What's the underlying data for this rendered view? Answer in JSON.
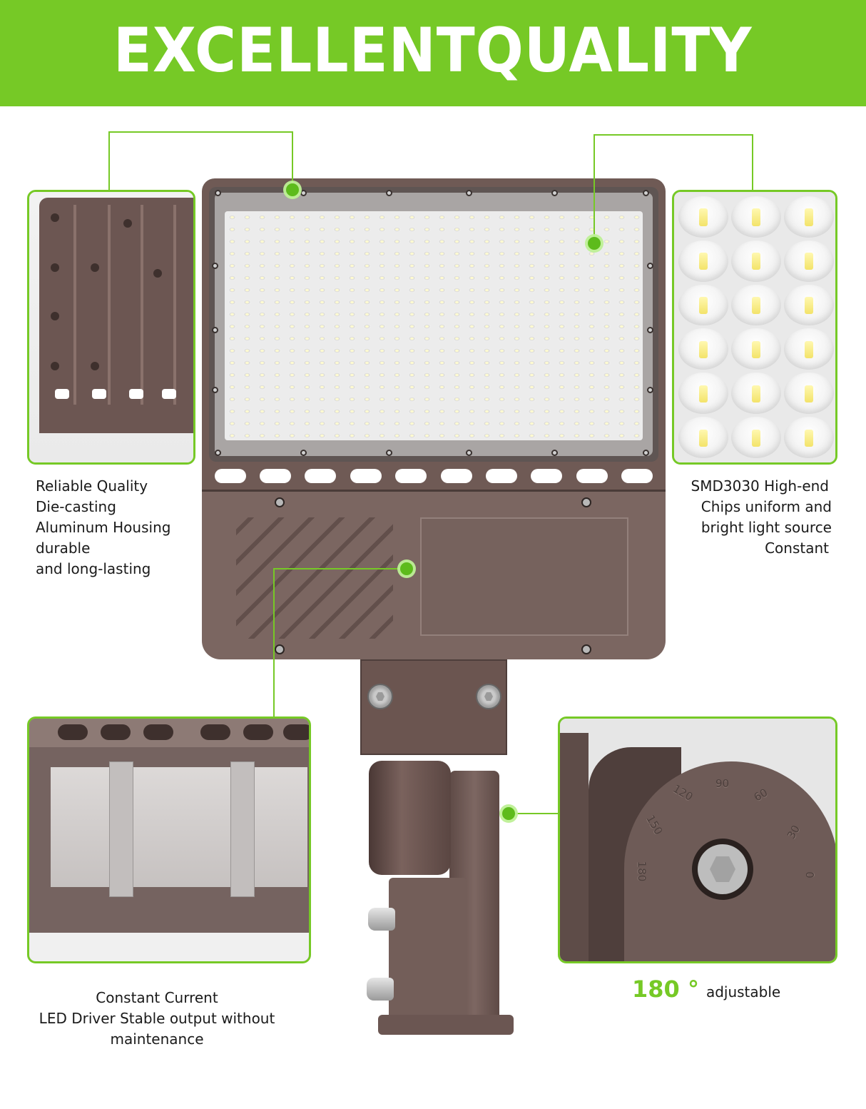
{
  "banner": {
    "title": "EXCELLENTQUALITY",
    "background_color": "#76c926",
    "text_color": "#ffffff"
  },
  "accent_color": "#76c926",
  "features": [
    {
      "id": "housing",
      "panel_image": "die-cast aluminum heatsink fins close-up",
      "lines": [
        "Reliable Quality",
        "Die-casting",
        "Aluminum Housing",
        "durable",
        "and long-lasting"
      ]
    },
    {
      "id": "chips",
      "panel_image": "SMD LED chip lenses close-up",
      "lines": [
        "SMD3030 High-end",
        "Chips uniform and",
        "bright light source",
        "Constant"
      ]
    },
    {
      "id": "driver",
      "panel_image": "LED driver inside housing close-up",
      "lines": [
        "Constant Current",
        "LED Driver Stable output without",
        "maintenance"
      ]
    },
    {
      "id": "adjustable",
      "panel_image": "slip fitter angle dial close-up",
      "highlight": "180 °",
      "text": "adjustable",
      "dial_ticks": [
        "0",
        "30",
        "60",
        "90",
        "120",
        "150",
        "180"
      ]
    }
  ],
  "product": {
    "name": "LED shoebox parking lot light with adjustable slip fitter",
    "housing_color": "#6f5a55"
  }
}
